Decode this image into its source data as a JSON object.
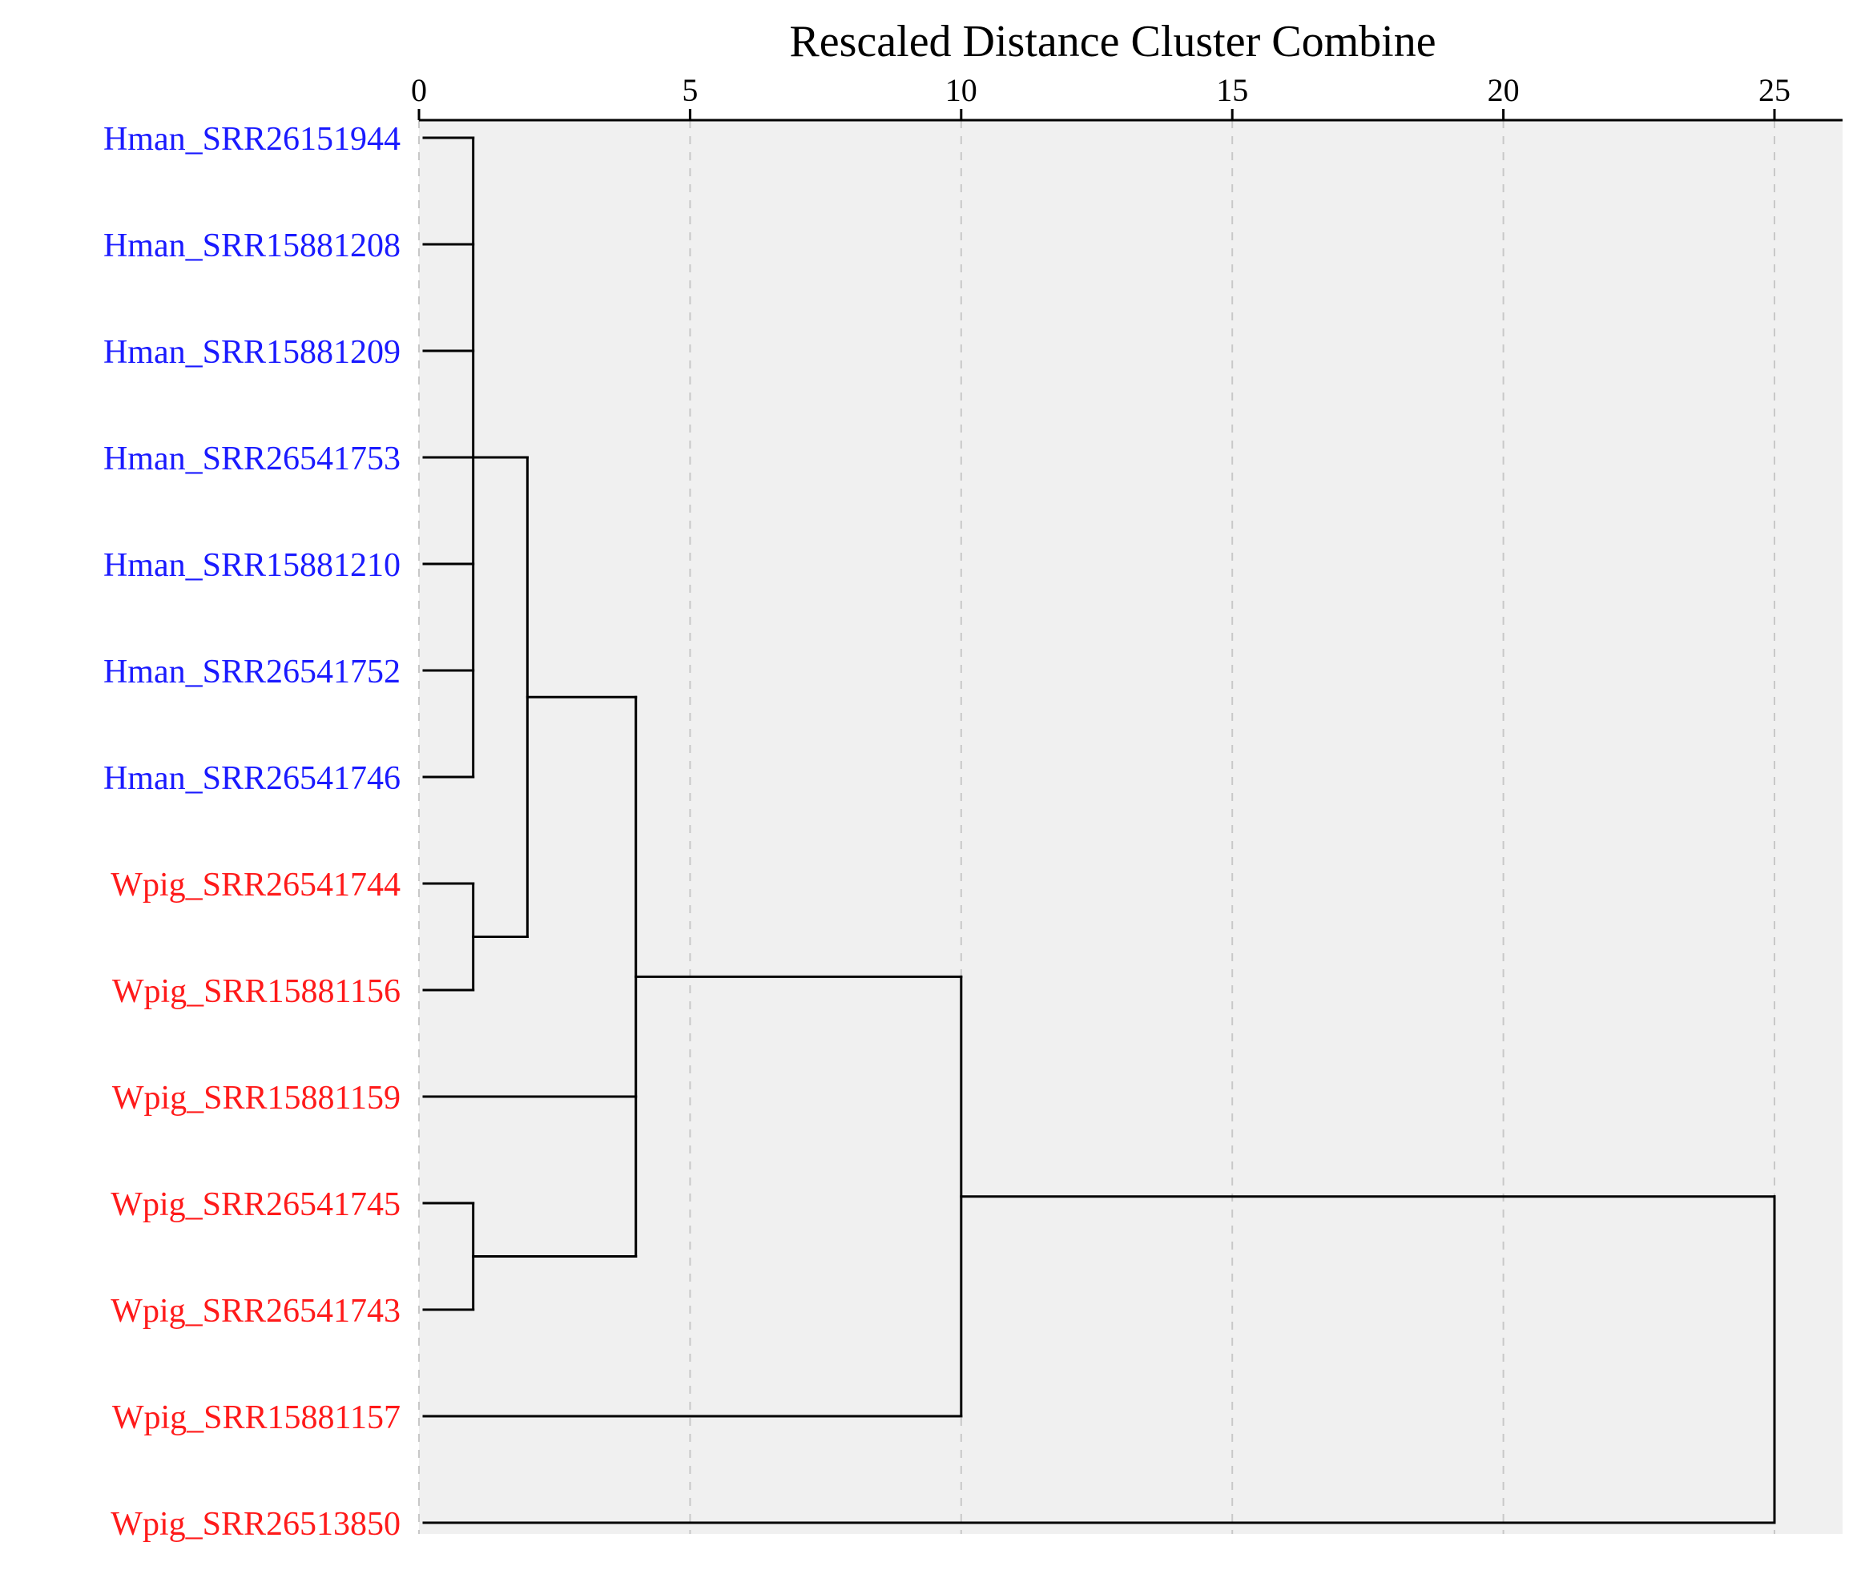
{
  "chart_data": {
    "type": "dendrogram",
    "title": "Rescaled Distance Cluster Combine",
    "xlim": [
      0,
      25
    ],
    "x_ticks": [
      0,
      5,
      10,
      15,
      20,
      25
    ],
    "grid": true,
    "colors": {
      "Hman": "#1a1aff",
      "Wpig": "#ff1a1a",
      "plot_background": "#f0f0f0",
      "line": "#000000",
      "grid": "#c8c8c8"
    },
    "leaves": [
      {
        "label": "Hman_SRR26151944",
        "group": "Hman"
      },
      {
        "label": "Hman_SRR15881208",
        "group": "Hman"
      },
      {
        "label": "Hman_SRR15881209",
        "group": "Hman"
      },
      {
        "label": "Hman_SRR26541753",
        "group": "Hman"
      },
      {
        "label": "Hman_SRR15881210",
        "group": "Hman"
      },
      {
        "label": "Hman_SRR26541752",
        "group": "Hman"
      },
      {
        "label": "Hman_SRR26541746",
        "group": "Hman"
      },
      {
        "label": "Wpig_SRR26541744",
        "group": "Wpig"
      },
      {
        "label": "Wpig_SRR15881156",
        "group": "Wpig"
      },
      {
        "label": "Wpig_SRR15881159",
        "group": "Wpig"
      },
      {
        "label": "Wpig_SRR26541745",
        "group": "Wpig"
      },
      {
        "label": "Wpig_SRR26541743",
        "group": "Wpig"
      },
      {
        "label": "Wpig_SRR15881157",
        "group": "Wpig"
      },
      {
        "label": "Wpig_SRR26513850",
        "group": "Wpig"
      }
    ],
    "merges": [
      {
        "id": "A",
        "height": 1,
        "children": [
          0,
          1,
          2,
          3,
          4,
          5,
          6
        ]
      },
      {
        "id": "B",
        "height": 1,
        "children": [
          7,
          8
        ]
      },
      {
        "id": "C",
        "height": 1,
        "children": [
          10,
          11
        ]
      },
      {
        "id": "D",
        "height": 2,
        "children": [
          "A",
          "B"
        ]
      },
      {
        "id": "E",
        "height": 4,
        "children": [
          "D",
          9,
          "C"
        ]
      },
      {
        "id": "F",
        "height": 10,
        "children": [
          "E",
          12
        ]
      },
      {
        "id": "G",
        "height": 25,
        "children": [
          "F",
          13
        ]
      }
    ]
  }
}
